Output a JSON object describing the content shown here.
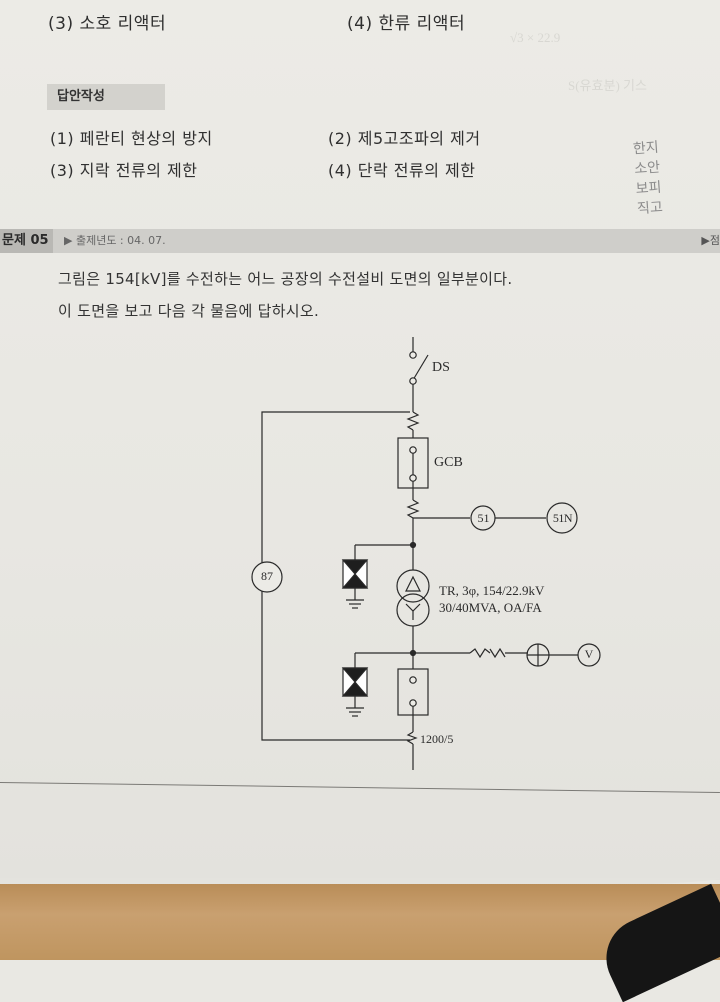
{
  "document": {
    "previous_options": [
      {
        "label": "(3) 소호 리액터"
      },
      {
        "label": "(4) 한류 리액터"
      }
    ],
    "answer_section": {
      "title": "답안작성",
      "answers": [
        {
          "label": "(1) 페란티 현상의 방지"
        },
        {
          "label": "(2) 제5고조파의 제거"
        },
        {
          "label": "(3) 지락 전류의 제한"
        },
        {
          "label": "(4) 단락 전류의 제한"
        }
      ]
    },
    "handwritten_notes": [
      "한지",
      "소안",
      "보피",
      "직고"
    ],
    "question": {
      "number": "문제 05",
      "year_label": "▶ 출제년도 : 04. 07.",
      "right_marker": "▶점",
      "text_line1": "그림은 154[kV]를 수전하는 어느 공장의 수전설비 도면의 일부분이다.",
      "text_line2": "이 도면을 보고 다음 각 물음에 답하시오."
    },
    "diagram": {
      "ds_label": "DS",
      "gcb_label": "GCB",
      "relay_51": "51",
      "relay_51n": "51N",
      "relay_87": "87",
      "transformer_line1": "TR, 3φ, 154/22.9kV",
      "transformer_line2": "30/40MVA, OA/FA",
      "voltmeter": "V",
      "ct_ratio": "1200/5"
    }
  }
}
